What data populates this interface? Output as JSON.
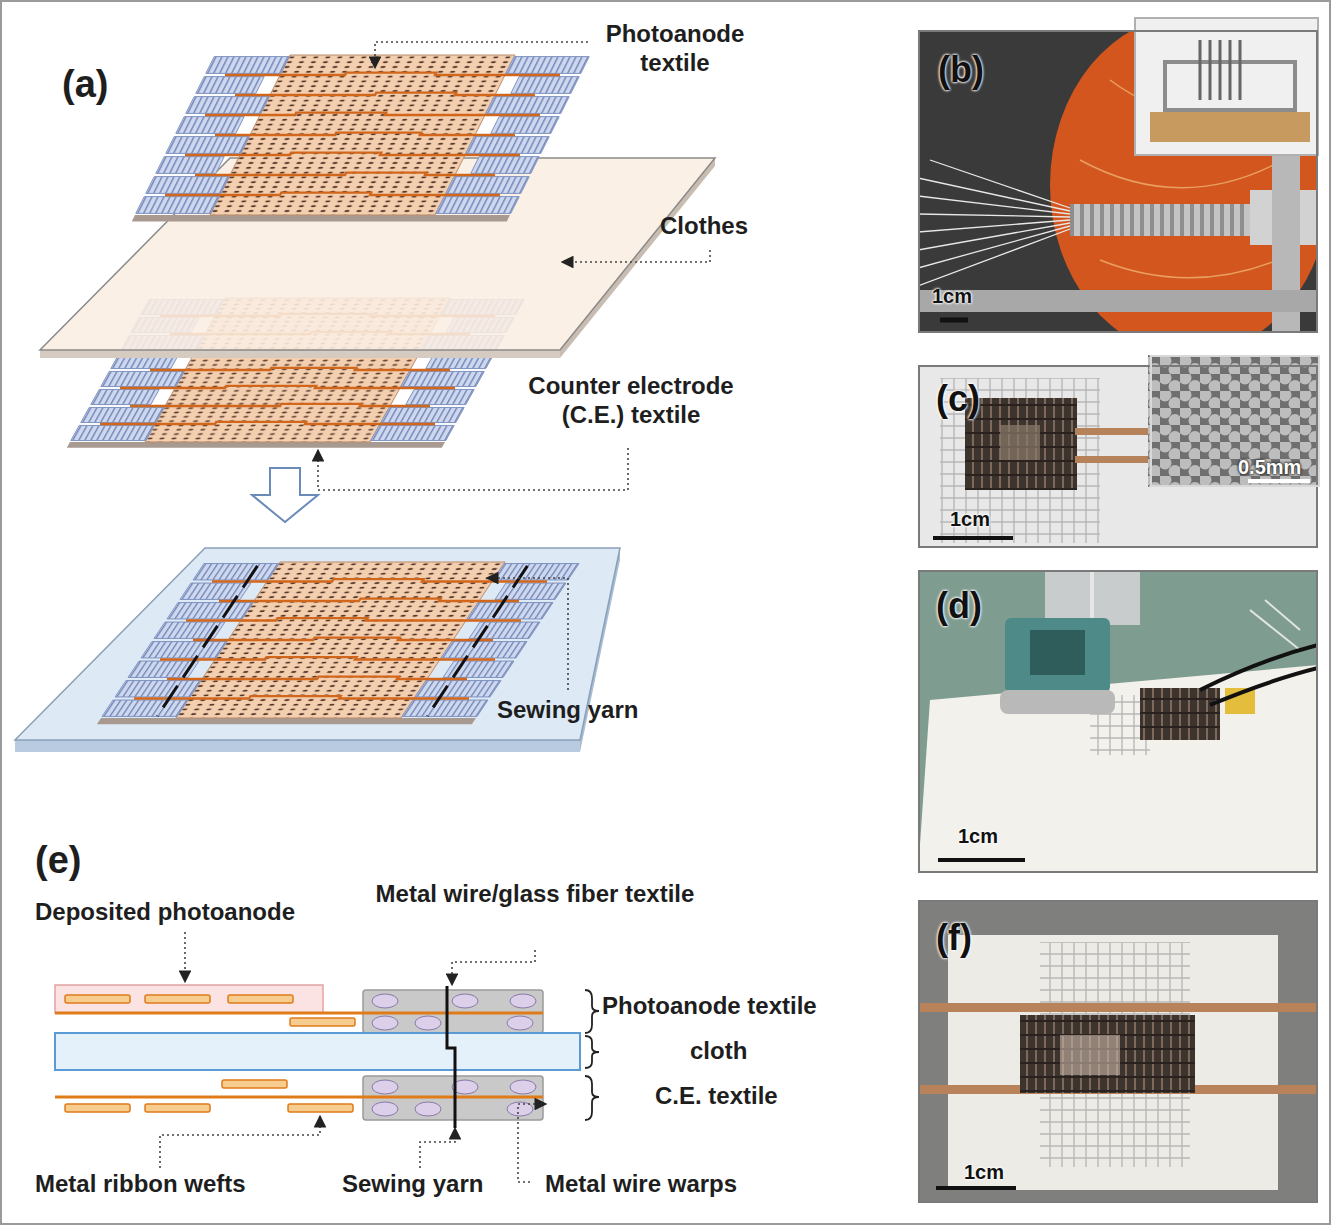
{
  "diagram": {
    "nodes": [
      {
        "text": [
          "(b)",
          "1cm"
        ]
      },
      {
        "text": [
          "(c)",
          "1cm"
        ]
      },
      {
        "text": [
          "0.5mm"
        ],
        "in": 1
      },
      {
        "text": [
          "(d)",
          "1cm"
        ]
      },
      {
        "text": [
          "(f)",
          "1cm"
        ]
      }
    ],
    "labels": [
      "(a)",
      "Photoanode textile",
      "Clothes",
      "Counter electrode (C.E.) textile",
      "Sewing yarn",
      "(e)",
      "Deposited photoanode",
      "Metal wire/glass fiber textile",
      "Photoanode textile",
      "cloth",
      "C.E. textile",
      "Metal ribbon wefts",
      "Sewing yarn",
      "Metal wire warps"
    ]
  }
}
